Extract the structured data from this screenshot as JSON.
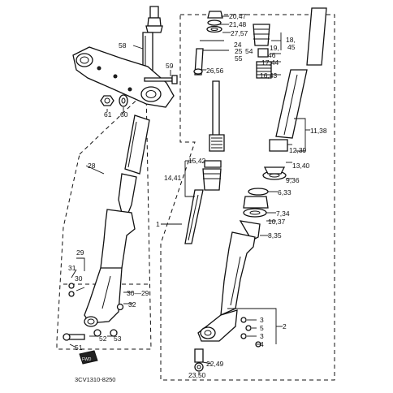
{
  "diagram": {
    "drawing_code": "3CV1310-8250",
    "arrow_emblem": "FWD",
    "labels": {
      "p20_47": "20,47",
      "p21_48": "21,48",
      "p27_57": "27,57",
      "p24": "24",
      "p25": "25",
      "p54": "54",
      "p55": "55",
      "p26_56": "26,56",
      "p18": "18,",
      "p45": "45",
      "p19": "19,",
      "p46": "46",
      "p17_44": "17,44",
      "p16_43": "16,43",
      "p11_38": "11,38",
      "p12_39": "12,39",
      "p13_40": "13,40",
      "p9_36": "9,36",
      "p6_33": "6,33",
      "p7_34": "7,34",
      "p10_37": "10,37",
      "p8_35": "8,35",
      "p15_42": "15,42",
      "p14_41": "14,41",
      "p1": "1",
      "p58": "58",
      "p59": "59",
      "p61": "61",
      "p60": "60",
      "p28": "28",
      "p29a": "29",
      "p31": "31",
      "p30a": "30",
      "p30_29": "30—29",
      "p32": "32",
      "p52": "52",
      "p53": "53",
      "p51": "51",
      "p3a": "3",
      "p5": "5",
      "p3b": "3",
      "p4": "4",
      "p2": "2",
      "p22_49": "22,49",
      "p23_50": "23,50"
    }
  }
}
